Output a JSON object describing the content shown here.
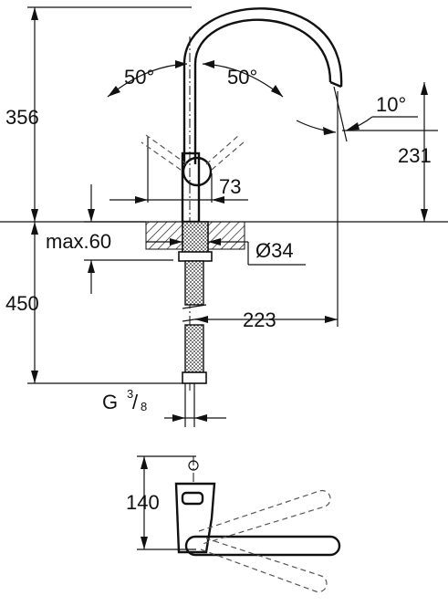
{
  "drawing": {
    "side_view": {
      "height_total": "356",
      "swing_left": "50°",
      "swing_right": "50°",
      "spout_angle": "10°",
      "spout_height": "231",
      "lever_offset": "73",
      "deck_thickness": "max.60",
      "hole_diameter": "Ø34",
      "hose_length": "450",
      "spout_reach": "223",
      "connection_thread": "G",
      "thread_num": "3",
      "thread_den": "8"
    },
    "top_view": {
      "depth": "140"
    }
  }
}
